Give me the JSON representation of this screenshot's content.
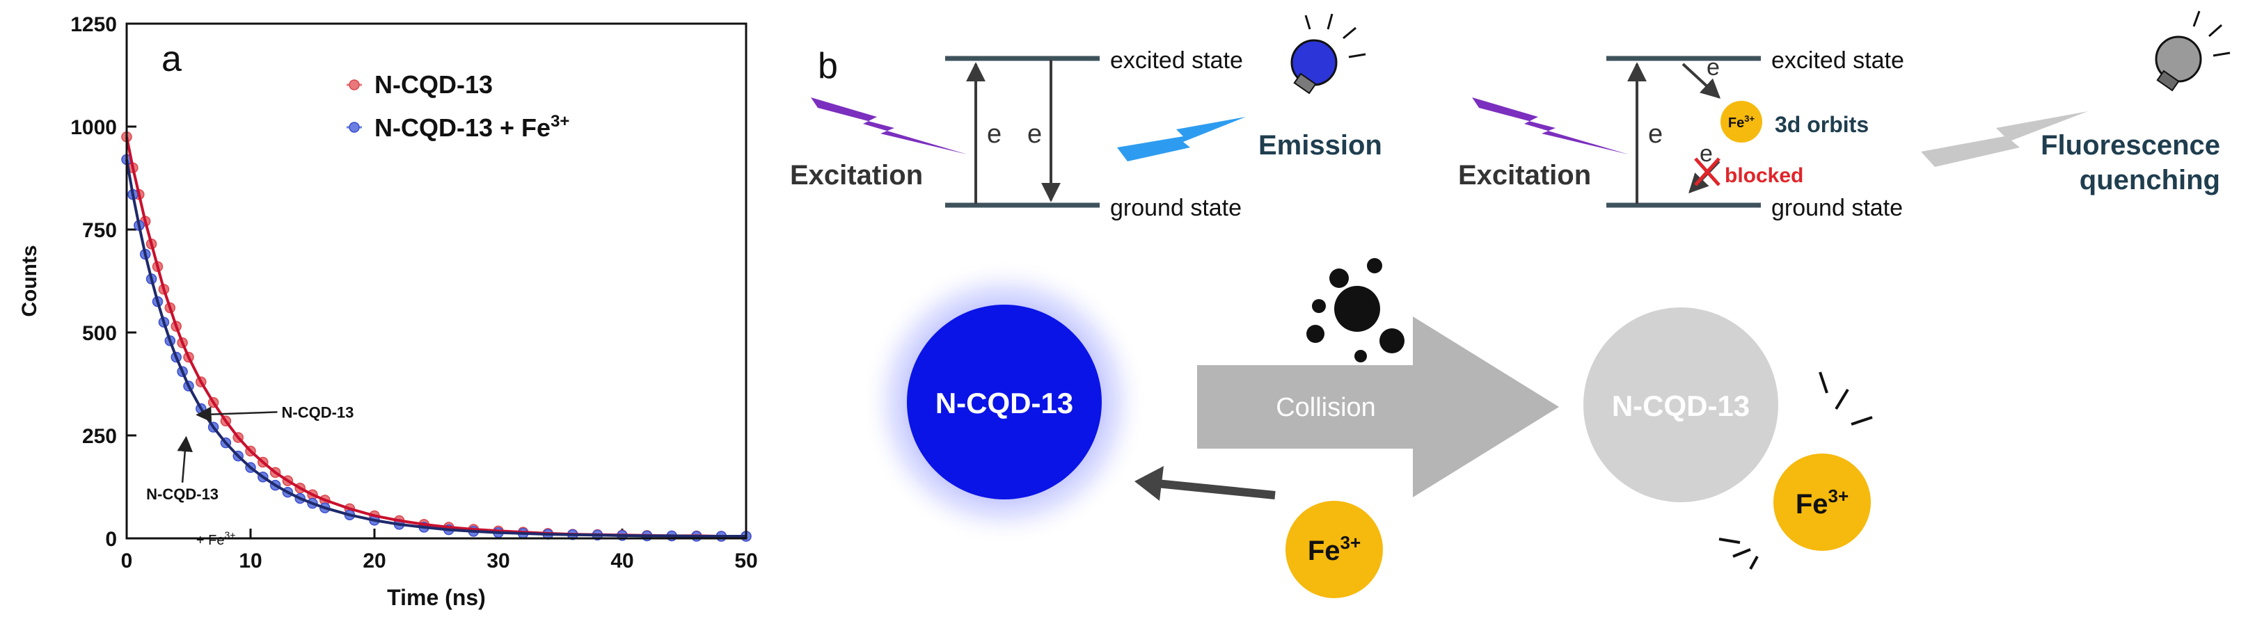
{
  "panel_b": {
    "label": "b",
    "left_diagram": {
      "excited_state": "excited state",
      "ground_state": "ground state",
      "electron_up": "e",
      "electron_down": "e",
      "excitation": "Excitation",
      "emission": "Emission"
    },
    "right_diagram": {
      "excited_state": "excited state",
      "ground_state": "ground state",
      "electron_up": "e",
      "electron_to_ion": "e",
      "electron_back": "e",
      "ion": "Fe",
      "ion_charge": "3+",
      "orbitals": "3d orbits",
      "blocked": "blocked",
      "excitation": "Excitation",
      "quench_line1": "Fluorescence",
      "quench_line2": "quenching"
    },
    "bottom": {
      "dot_left": "N-CQD-13",
      "collision": "Collision",
      "dot_right": "N-CQD-13",
      "ion_free": "Fe",
      "ion_free_charge": "3+",
      "ion_bound": "Fe",
      "ion_bound_charge": "3+"
    },
    "colors": {
      "cqd_blue": "#0a14e6",
      "glow_blue": "#4a55ff",
      "fe_yellow": "#f6b90d",
      "arrow_gray": "#b5b5b5",
      "quenched_gray": "#d2d2d2",
      "level_line": "#3e525c",
      "emission_blue": "#2d9cf0",
      "excitation_purple": "#7b2fbe",
      "blocked_red": "#e0252a",
      "text_dark": "#333333",
      "text_teal": "#1f3e4f"
    }
  },
  "chart_data": {
    "type": "scatter",
    "panel_label": "a",
    "xlabel": "Time (ns)",
    "ylabel": "Counts",
    "xlim": [
      0,
      50
    ],
    "ylim": [
      0,
      1250
    ],
    "xticks": [
      0,
      10,
      20,
      30,
      40,
      50
    ],
    "yticks": [
      0,
      250,
      500,
      750,
      1000,
      1250
    ],
    "grid": false,
    "legend_position": "top-right",
    "legend": [
      {
        "text": "N-CQD-13",
        "sup": ""
      },
      {
        "text": "N-CQD-13 + Fe",
        "sup": "3+"
      }
    ],
    "annotations": [
      {
        "text": "N-CQD-13",
        "x": 12.5,
        "y": 300,
        "arrow_to": [
          5.7,
          300
        ]
      },
      {
        "text": "N-CQD-13",
        "x": 4.5,
        "y": 95,
        "arrow_to": [
          4.8,
          245
        ]
      },
      {
        "text": "+ Fe",
        "sup": "3+",
        "x": 7.2,
        "y": -15
      }
    ],
    "series": [
      {
        "name": "N-CQD-13",
        "marker_color": "#e8787c",
        "fit_color": "#c8102e",
        "x": [
          0,
          0.5,
          1,
          1.5,
          2,
          2.5,
          3,
          3.5,
          4,
          4.5,
          5,
          6,
          7,
          8,
          9,
          10,
          11,
          12,
          13,
          14,
          15,
          16,
          18,
          20,
          22,
          24,
          26,
          28,
          30,
          32,
          34,
          36,
          38,
          40,
          42,
          44,
          46,
          48,
          50
        ],
        "y": [
          975,
          900,
          835,
          770,
          715,
          660,
          605,
          560,
          515,
          475,
          440,
          380,
          330,
          285,
          245,
          212,
          185,
          160,
          140,
          122,
          106,
          93,
          72,
          55,
          43,
          34,
          27,
          22,
          18,
          15,
          12,
          10,
          9,
          8,
          7,
          6,
          6,
          5,
          5
        ]
      },
      {
        "name": "N-CQD-13 + Fe3+",
        "marker_color": "#6a7fe0",
        "fit_color": "#1f2a6b",
        "x": [
          0,
          0.5,
          1,
          1.5,
          2,
          2.5,
          3,
          3.5,
          4,
          4.5,
          5,
          6,
          7,
          8,
          9,
          10,
          11,
          12,
          13,
          14,
          15,
          16,
          18,
          20,
          22,
          24,
          26,
          28,
          30,
          32,
          34,
          36,
          38,
          40,
          42,
          44,
          46,
          48,
          50
        ],
        "y": [
          920,
          835,
          760,
          690,
          630,
          575,
          525,
          480,
          440,
          405,
          370,
          315,
          270,
          232,
          200,
          172,
          149,
          129,
          112,
          97,
          85,
          74,
          57,
          44,
          34,
          27,
          21,
          17,
          14,
          12,
          10,
          9,
          8,
          7,
          6,
          6,
          5,
          5,
          5
        ]
      }
    ]
  }
}
